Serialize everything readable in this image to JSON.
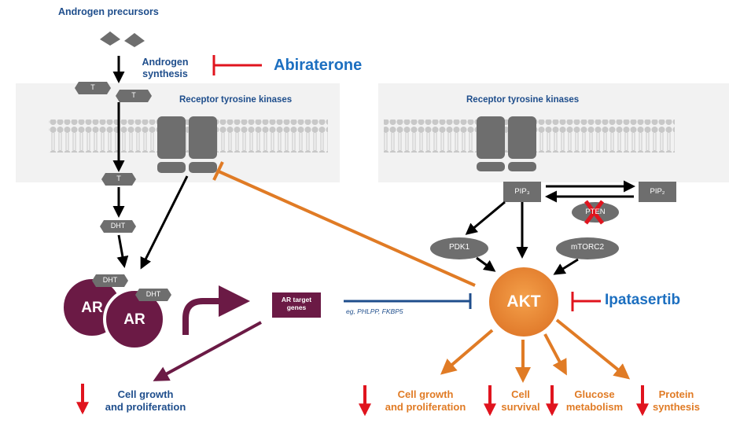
{
  "left_panel": {
    "precursors_label": "Androgen precursors",
    "synthesis_label": "Androgen\nsynthesis",
    "inhibitor": "Abiraterone",
    "rtk_label": "Receptor tyrosine kinases",
    "t_label": "T",
    "dht_label": "DHT",
    "ar_label": "AR",
    "target_genes_label": "AR target\ngenes",
    "target_examples": "eg, PHLPP, FKBP5",
    "outcome": "Cell growth\nand proliferation"
  },
  "right_panel": {
    "rtk_label": "Receptor tyrosine kinases",
    "pip3_label": "PIP₃",
    "pip2_label": "PIP₂",
    "pten_label": "PTEN",
    "pdk1_label": "PDK1",
    "mtorc2_label": "mTORC2",
    "akt_label": "AKT",
    "inhibitor": "Ipatasertib",
    "outcomes": [
      "Cell growth\nand proliferation",
      "Cell\nsurvival",
      "Glucose\nmetabolism",
      "Protein\nsynthesis"
    ]
  },
  "colors": {
    "navy_text": "#1f4e8c",
    "blue_text": "#1c6fc0",
    "orange": "#e07b25",
    "ar_purple": "#6b1a45",
    "red_inhibit": "#e0141e",
    "gray_protein": "#6e6e6e",
    "membrane_panel": "#f2f2f2"
  }
}
